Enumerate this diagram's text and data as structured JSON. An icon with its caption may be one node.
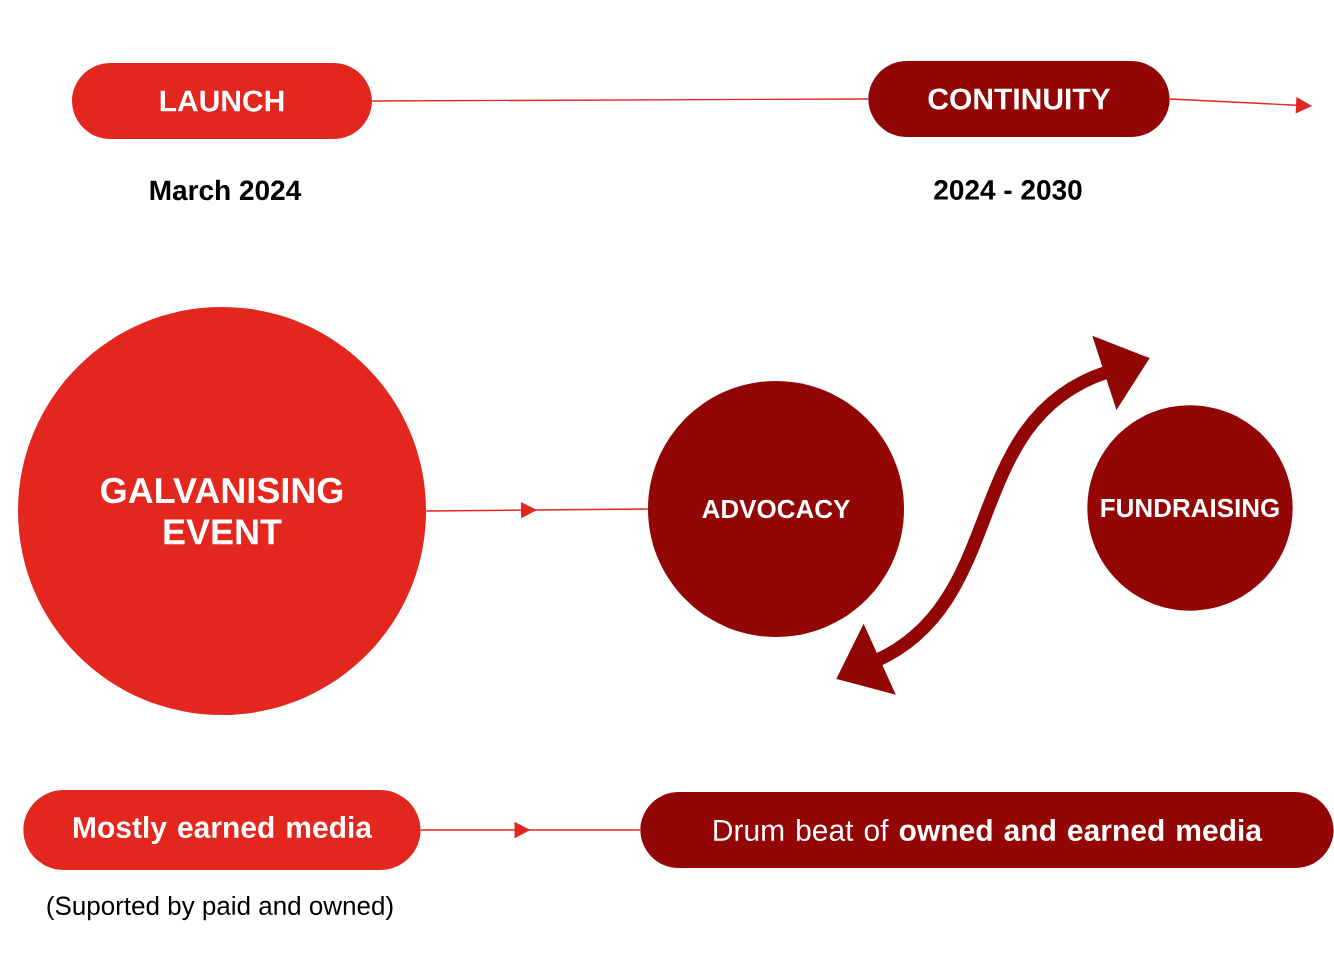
{
  "diagram": {
    "nodes": [
      {
        "text": [
          "LAUNCH"
        ],
        "beside": [
          "March 2024"
        ]
      },
      {
        "text": [
          "CONTINUITY"
        ],
        "beside": [
          "2024 - 2030"
        ]
      },
      {
        "text": [
          "GALVANISING EVENT"
        ]
      },
      {
        "text": [
          "ADVOCACY"
        ]
      },
      {
        "text": [
          "FUNDRAISING"
        ]
      },
      {
        "text": [
          "Mostly earned media"
        ],
        "beside": [
          "(Suported by paid and owned)"
        ]
      },
      {
        "text": [
          "Drum beat of **owned and earned media**"
        ]
      }
    ],
    "edges": [
      {
        "from": 0,
        "to": 1,
        "arrow": "none"
      },
      {
        "from": 1,
        "to": null,
        "arrow": "to"
      },
      {
        "from": 2,
        "to": 3,
        "arrow": "to"
      },
      {
        "from": 3,
        "to": 4,
        "arrow": "both",
        "style": "thick",
        "color": "#930606"
      },
      {
        "from": 5,
        "to": 6,
        "arrow": "to"
      }
    ]
  }
}
